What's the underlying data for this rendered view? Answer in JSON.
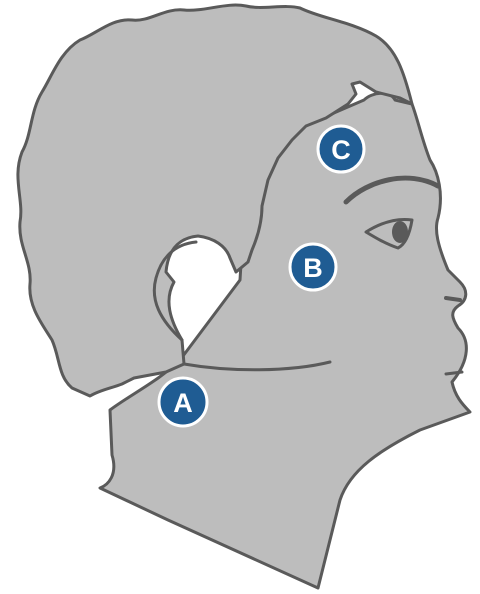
{
  "colors": {
    "skin": "#bdbdbd",
    "outline": "#5a5a5a",
    "marker_fill": "#1f5c93",
    "marker_ring": "#ffffff",
    "label": "#ffffff"
  },
  "markers": [
    {
      "id": "A",
      "label": "A",
      "region": "neck"
    },
    {
      "id": "B",
      "label": "B",
      "region": "cheek"
    },
    {
      "id": "C",
      "label": "C",
      "region": "temple"
    }
  ]
}
